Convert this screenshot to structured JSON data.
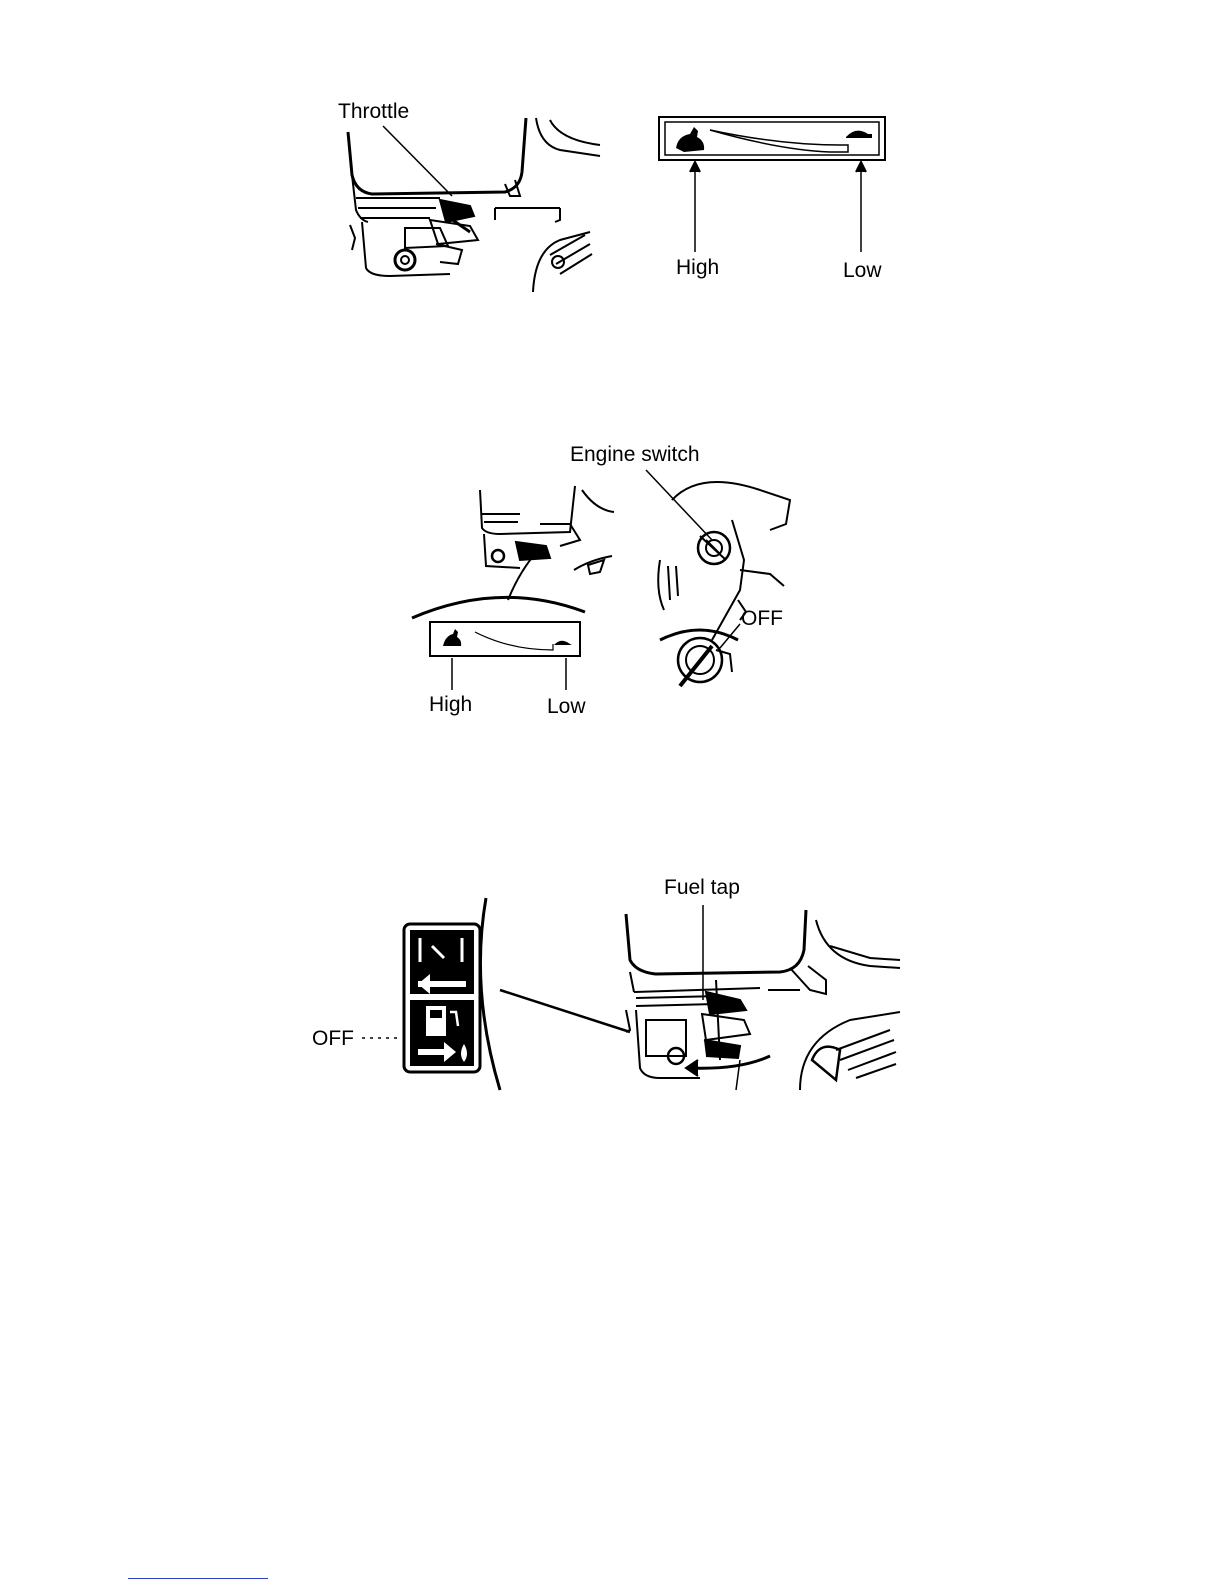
{
  "figure1": {
    "throttle_label": "Throttle",
    "high_label": "High",
    "low_label": "Low"
  },
  "figure2": {
    "engine_switch_label": "Engine switch",
    "off_label": "OFF",
    "high_label": "High",
    "low_label": "Low"
  },
  "figure3": {
    "fuel_tap_label": "Fuel tap",
    "off_label": "OFF"
  },
  "icons": {
    "fast": "rabbit-icon",
    "slow": "turtle-icon",
    "fuel": "fuel-pump-icon",
    "closed": "fuel-off-icon"
  },
  "colors": {
    "ink": "#000000",
    "footer_rule": "#2a3fc9"
  }
}
